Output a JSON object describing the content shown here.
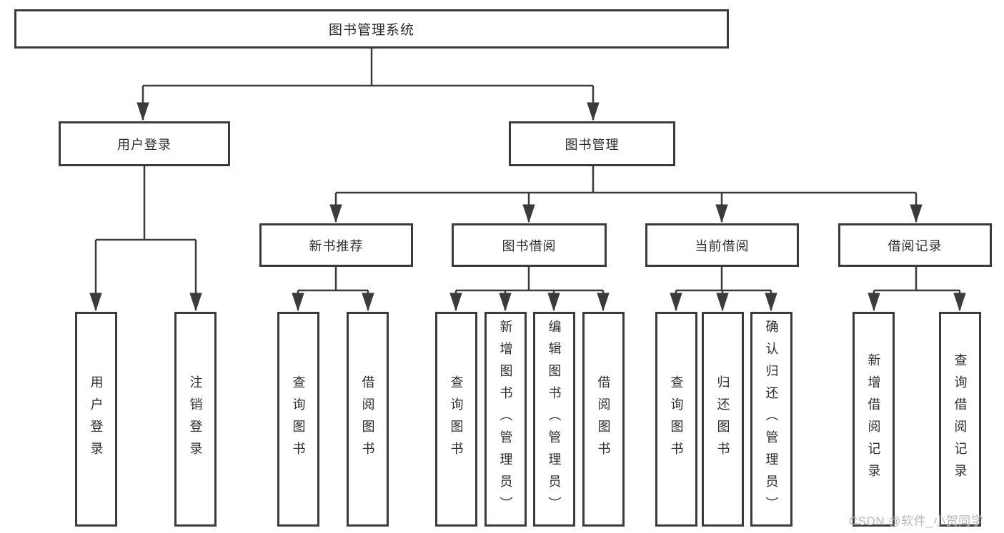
{
  "diagram": {
    "root_label": "图书管理系统",
    "branches": [
      {
        "label": "用户登录",
        "children": [
          {
            "label": "用户登录"
          },
          {
            "label": "注销登录"
          }
        ]
      },
      {
        "label": "图书管理",
        "children": [
          {
            "label": "新书推荐",
            "children": [
              {
                "label": "查询图书"
              },
              {
                "label": "借阅图书"
              }
            ]
          },
          {
            "label": "图书借阅",
            "children": [
              {
                "label": "查询图书"
              },
              {
                "label": "新增图书（管理员）"
              },
              {
                "label": "编辑图书（管理员）"
              },
              {
                "label": "借阅图书"
              }
            ]
          },
          {
            "label": "当前借阅",
            "children": [
              {
                "label": "查询图书"
              },
              {
                "label": "归还图书"
              },
              {
                "label": "确认归还（管理员）"
              }
            ]
          },
          {
            "label": "借阅记录",
            "children": [
              {
                "label": "新增借阅记录"
              },
              {
                "label": "查询借阅记录"
              }
            ]
          }
        ]
      }
    ]
  },
  "watermark": {
    "text": "CSDN @软件_小贺同学"
  },
  "colors": {
    "line": "#3b3b3b",
    "box_border": "#3b3b3b",
    "text": "#2d2d2d",
    "watermark": "#b9b9b9",
    "background": "#ffffff"
  }
}
